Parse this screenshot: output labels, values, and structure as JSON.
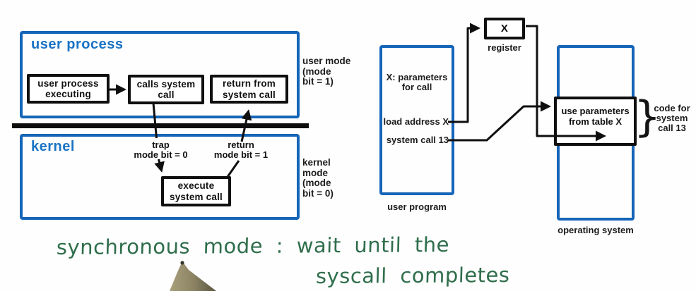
{
  "colors": {
    "accent_blue": "#1565b8",
    "title_blue": "#1a73c4",
    "line_black": "#0f0f0f",
    "handwriting_green": "#2f6e4c",
    "pen_light": "#a89f7c",
    "pen_dark": "#5a553f"
  },
  "left_diagram": {
    "user_process_box": {
      "title": "user process"
    },
    "kernel_box": {
      "title": "kernel"
    },
    "nodes": {
      "executing": {
        "line1": "user process",
        "line2": "executing"
      },
      "calls": {
        "line1": "calls system",
        "line2": "call"
      },
      "return_from": {
        "line1": "return from",
        "line2": "system call"
      },
      "execute": {
        "line1": "execute",
        "line2": "system call"
      }
    },
    "labels": {
      "trap": {
        "line1": "trap",
        "line2": "mode bit = 0"
      },
      "return": {
        "line1": "return",
        "line2": "mode bit = 1"
      },
      "user_mode": {
        "line1": "user mode",
        "line2": "(mode",
        "line3": "bit = 1)"
      },
      "kernel_mode": {
        "line1": "kernel",
        "line2": "mode",
        "line3": "(mode",
        "line4": "bit = 0)"
      }
    }
  },
  "right_diagram": {
    "register_box": {
      "value": "X",
      "label": "register"
    },
    "user_program_box": {
      "param_line1": "X: parameters",
      "param_line2": "for call",
      "load_address": "load address X",
      "system_call": "system call 13",
      "label": "user program"
    },
    "os_box": {
      "use_params_line1": "use parameters",
      "use_params_line2": "from table X",
      "brace": "}",
      "code_line1": "code for",
      "code_line2": "system",
      "code_line3": "call 13",
      "label": "operating system"
    }
  },
  "handwriting": {
    "line1": "synchronous mode : wait until the",
    "line2": "syscall completes"
  }
}
